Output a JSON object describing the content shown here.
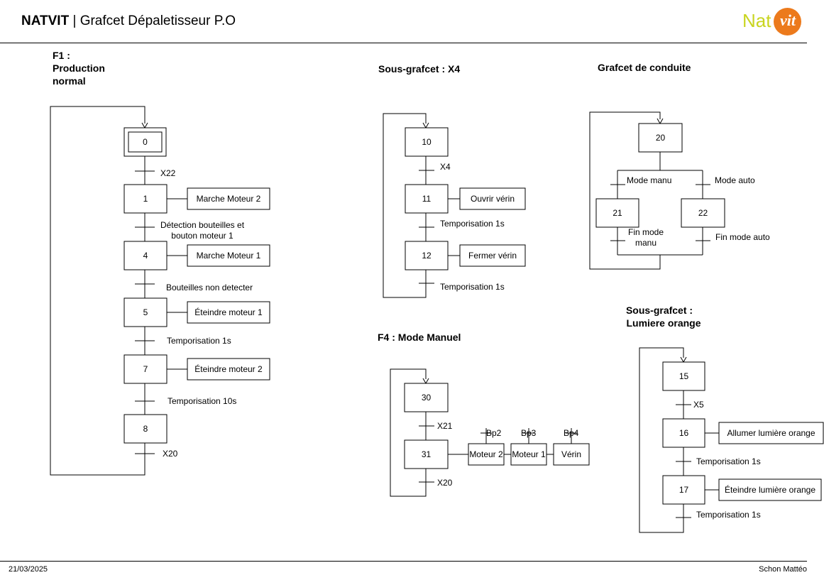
{
  "header": {
    "brand": "NATVIT",
    "separator": " | ",
    "subtitle": "Grafcet Dépaletisseur P.O"
  },
  "logo": {
    "part1": "Nat",
    "part2": "vit"
  },
  "footer": {
    "date": "21/03/2025",
    "author": "Schon Mattéo"
  },
  "colors": {
    "logo_green": "#c9d520",
    "logo_orange": "#ec7a1c"
  },
  "sections": {
    "f1": {
      "title": [
        "F1 :",
        "Production",
        "normal"
      ]
    },
    "x4": {
      "title": [
        "Sous-grafcet : X4"
      ]
    },
    "conduite": {
      "title": [
        "Grafcet de conduite"
      ]
    },
    "lumiere": {
      "title": [
        "Sous-grafcet :",
        "Lumiere orange"
      ]
    },
    "f4": {
      "title": [
        "F4 : Mode Manuel"
      ]
    }
  },
  "steps": {
    "s0": "0",
    "s1": "1",
    "s4": "4",
    "s5": "5",
    "s7": "7",
    "s8": "8",
    "s10": "10",
    "s11": "11",
    "s12": "12",
    "s20": "20",
    "s21": "21",
    "s22": "22",
    "s15": "15",
    "s16": "16",
    "s17": "17",
    "s30": "30",
    "s31": "31"
  },
  "actions": {
    "a1": "Marche Moteur 2",
    "a4": "Marche Moteur 1",
    "a5": "Éteindre moteur 1",
    "a7": "Éteindre moteur 2",
    "a11": "Ouvrir vérin",
    "a12": "Fermer vérin",
    "a16": "Allumer lumière orange",
    "a17": "Éteindre lumière orange",
    "m2": "Moteur 2",
    "m1": "Moteur 1",
    "ver": "Vérin"
  },
  "transitions": {
    "t0_1": [
      "X22"
    ],
    "t1_4": [
      "Détection bouteilles et",
      "bouton moteur 1"
    ],
    "t4_5": [
      "Bouteilles non detecter"
    ],
    "t5_7": [
      "Temporisation 1s"
    ],
    "t7_8": [
      "Temporisation 10s"
    ],
    "t8_0": [
      "X20"
    ],
    "t10_11": [
      "X4"
    ],
    "t11_12": [
      "Temporisation 1s"
    ],
    "t12_10": [
      "Temporisation 1s"
    ],
    "t_manu": [
      "Mode manu"
    ],
    "t_auto": [
      "Mode auto"
    ],
    "t_finmanu": [
      "Fin mode",
      "manu"
    ],
    "t_finauto": [
      "Fin mode auto"
    ],
    "t15_16": [
      "X5"
    ],
    "t16_17": [
      "Temporisation 1s"
    ],
    "t17_15": [
      "Temporisation 1s"
    ],
    "t30_31": [
      "X21"
    ],
    "t31_30": [
      "X20"
    ],
    "bp2": [
      "Bp2"
    ],
    "bp3": [
      "Bp3"
    ],
    "bp4": [
      "Bp4"
    ]
  }
}
